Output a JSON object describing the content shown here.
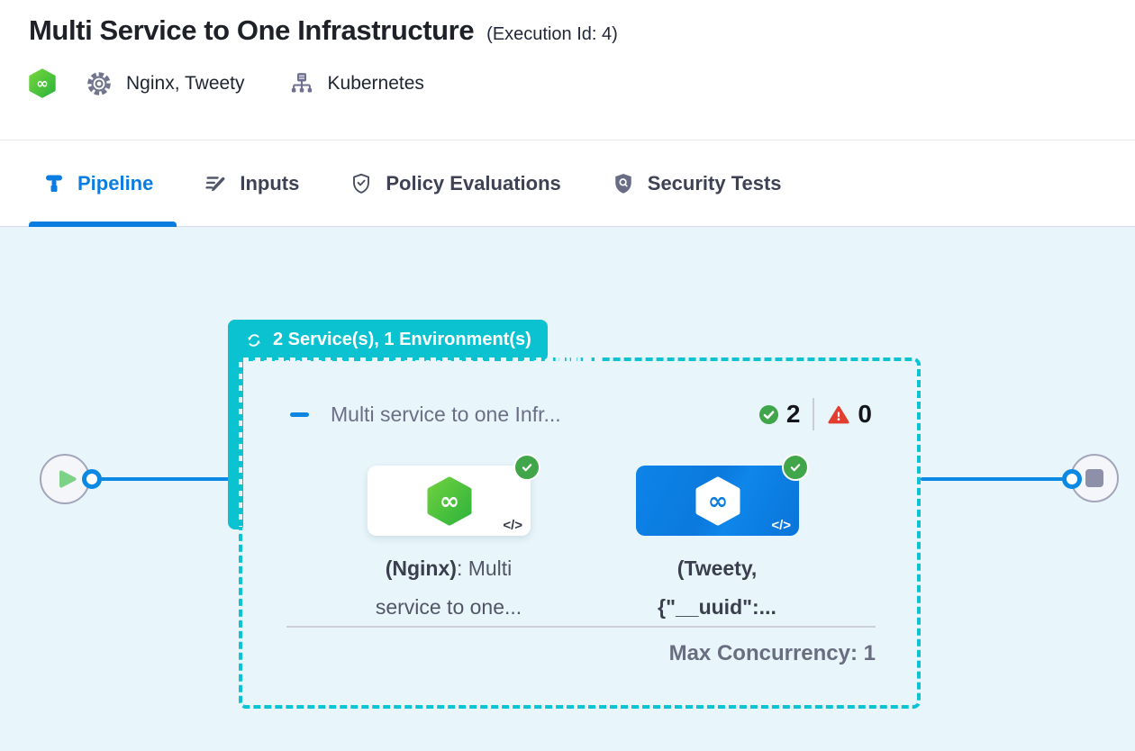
{
  "header": {
    "title": "Multi Service to One Infrastructure",
    "execution_id": "(Execution Id: 4)",
    "services": "Nginx, Tweety",
    "infrastructure": "Kubernetes"
  },
  "tabs": [
    {
      "label": "Pipeline"
    },
    {
      "label": "Inputs"
    },
    {
      "label": "Policy Evaluations"
    },
    {
      "label": "Security Tests"
    }
  ],
  "pipeline": {
    "group_badge": "2 Service(s), 1 Environment(s)",
    "stage_title": "Multi service to one Infr...",
    "success_count": "2",
    "failed_count": "0",
    "max_concurrency": "Max Concurrency: 1",
    "code_glyph": "</>",
    "nodes": [
      {
        "line1_bold": "(Nginx)",
        "line1_rest": ": Multi",
        "line2": "service to one...",
        "status": "success"
      },
      {
        "line1_bold": "(Tweety,",
        "line1_rest": "",
        "line2": "{\"__uuid\":...",
        "status": "success"
      }
    ]
  },
  "colors": {
    "teal": "#0bc2d1",
    "blue": "#0b7ce0",
    "connector_blue": "#0c89e2",
    "green": "#41a64a",
    "red": "#e23e30",
    "canvas_bg": "#e8f6fb"
  }
}
